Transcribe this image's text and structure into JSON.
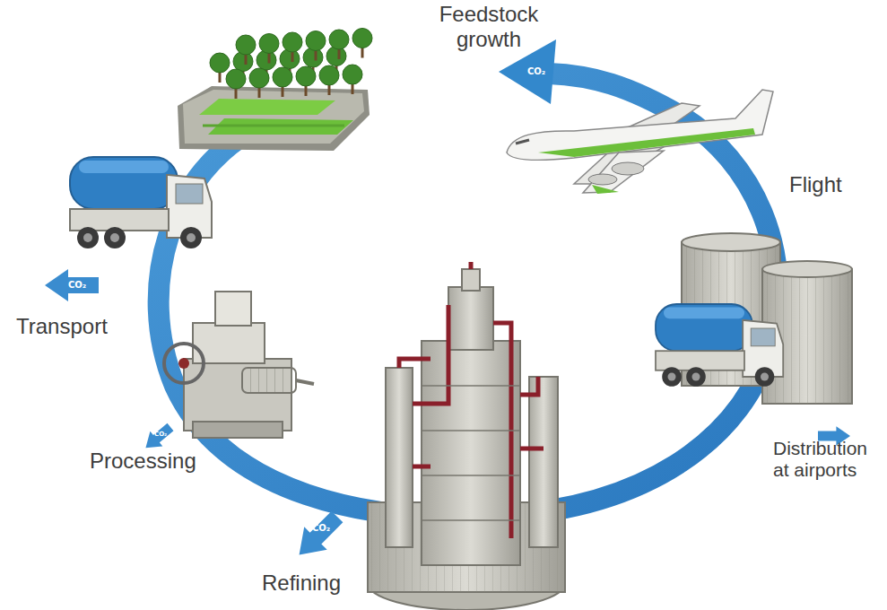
{
  "diagram": {
    "labels": [
      "Feedstock growth",
      "Flight",
      "Distribution at airports",
      "Refining",
      "Processing",
      "Transport",
      "CO₂",
      "CO₂",
      "CO₂",
      "CO₂"
    ]
  }
}
